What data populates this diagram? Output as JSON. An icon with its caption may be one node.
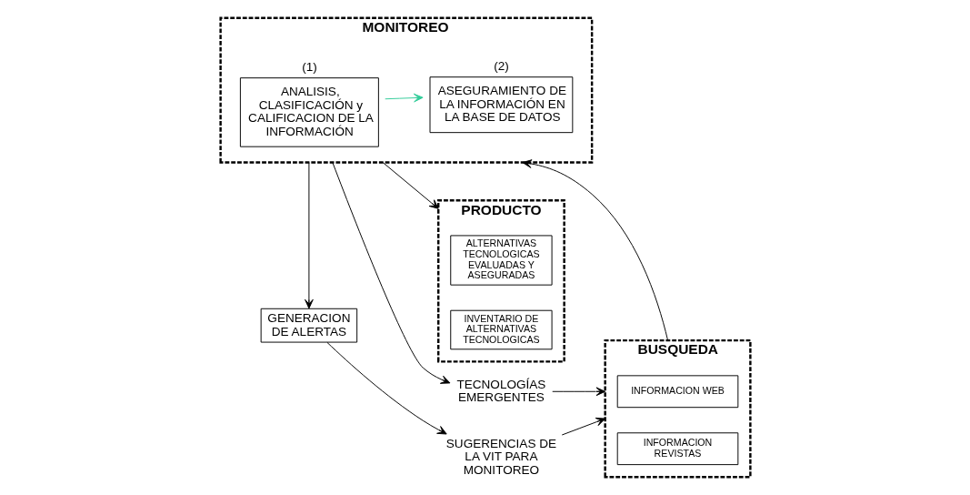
{
  "diagram": {
    "nodes": [
      {
        "text": [
          "SUGERENCIAS DE LA VIT PARA MONITOREO"
        ]
      },
      {
        "text": [
          "GENERACION DE ALERTAS"
        ]
      },
      {
        "text": [
          "BUSQUEDA"
        ]
      },
      {
        "text": [
          "INFORMACION WEB"
        ],
        "in": 2
      },
      {
        "text": [
          "INFORMACION REVISTAS"
        ],
        "in": 2
      },
      {
        "text": [
          "MONITOREO"
        ]
      },
      {
        "text": [
          "ANALISIS, CLASIFICACIÓN y CALIFICACION DE LA INFORMACIÓN"
        ],
        "in": 5,
        "beside": [
          "(1)"
        ]
      },
      {
        "text": [
          "ASEGURAMIENTO DE LA INFORMACIÓN EN LA BASE DE DATOS"
        ],
        "in": 5,
        "beside": [
          "(2)"
        ]
      },
      {
        "text": [
          "PRODUCTO"
        ]
      },
      {
        "text": [
          "ALTERNATIVAS TECNOLOGICAS EVALUADAS Y ASEGURADAS"
        ],
        "in": 8
      },
      {
        "text": [
          "INVENTARIO DE ALTERNATIVAS TECNOLOGICAS"
        ],
        "in": 8
      },
      {
        "text": [
          "TECNOLOGÍAS EMERGENTES"
        ]
      }
    ],
    "edges": [
      {
        "from": 1,
        "to": 0,
        "arrow": "to"
      },
      {
        "from": 0,
        "to": 2,
        "arrow": "to"
      },
      {
        "from": 5,
        "to": 1,
        "arrow": "to"
      },
      {
        "from": 2,
        "to": 5,
        "arrow": "to"
      },
      {
        "from": 6,
        "to": 7,
        "arrow": "to",
        "color": "#33cc99"
      },
      {
        "from": 5,
        "to": 8,
        "arrow": "to"
      },
      {
        "from": 5,
        "to": 11,
        "arrow": "to"
      },
      {
        "from": 11,
        "to": 2,
        "arrow": "to"
      }
    ]
  }
}
